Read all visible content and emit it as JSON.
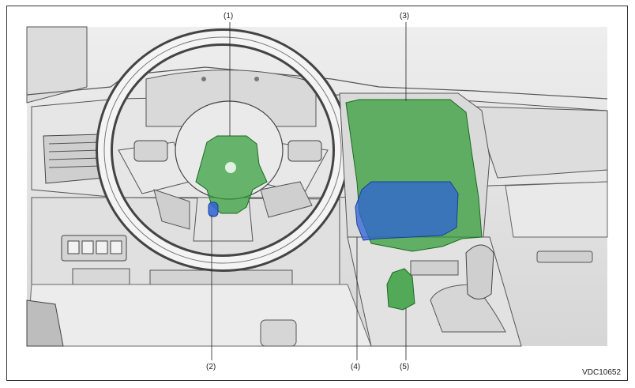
{
  "callouts": [
    "(1)",
    "(2)",
    "(3)",
    "(4)",
    "(5)"
  ],
  "figure_id": "VDC10652",
  "colors": {
    "green_highlight": "#2e9b35",
    "blue_highlight": "#2f63d6",
    "line_art": "#444444",
    "interior": "#e4e4e4"
  }
}
